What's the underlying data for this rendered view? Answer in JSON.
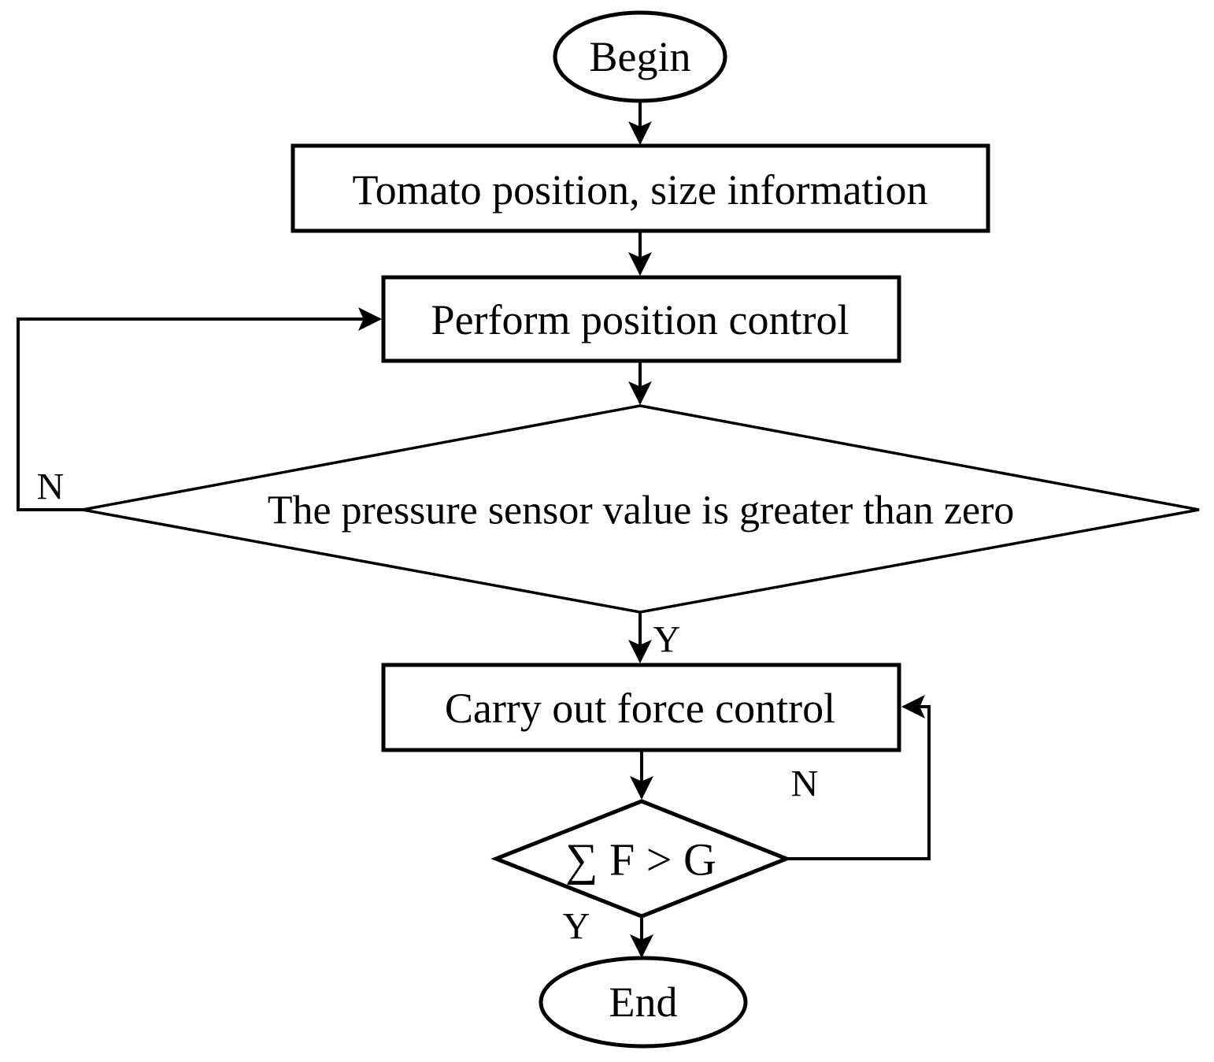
{
  "flowchart": {
    "background": "#ffffff",
    "stroke_color": "#000000",
    "nodes": {
      "begin": "Begin",
      "tomato_info": "Tomato position, size information",
      "position_control": "Perform position control",
      "pressure_decision": "The pressure sensor value is greater than zero",
      "force_control": "Carry out force control",
      "force_decision": "∑ F > G",
      "end": "End"
    },
    "labels": {
      "pressure_no": "N",
      "pressure_yes": "Y",
      "force_no": "N",
      "force_yes": "Y"
    }
  }
}
